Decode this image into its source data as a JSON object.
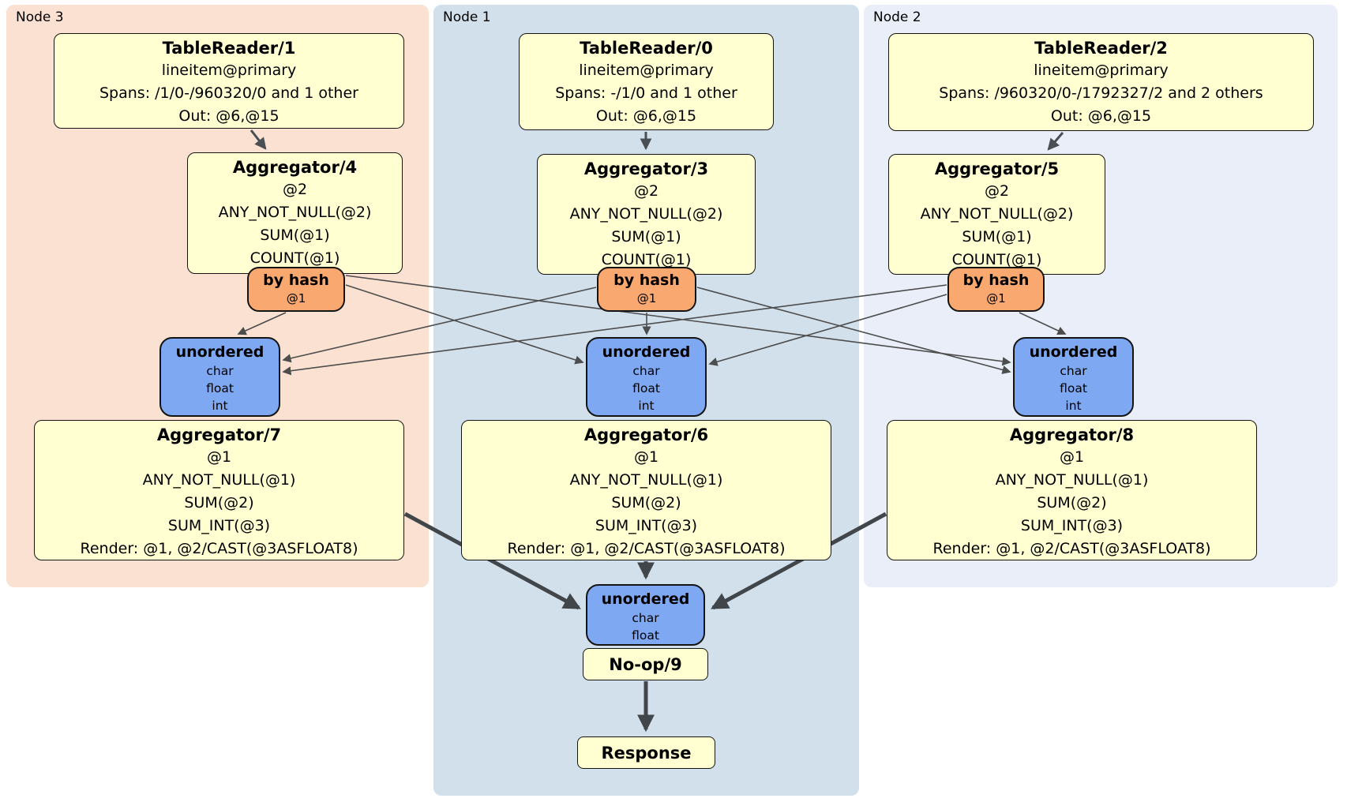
{
  "regions": {
    "node3": {
      "label": "Node 3",
      "fill": "#fbe1d1"
    },
    "node1": {
      "label": "Node 1",
      "fill": "#d2e0eb"
    },
    "node2": {
      "label": "Node 2",
      "fill": "#e9eef8"
    }
  },
  "colors": {
    "box_fill": "#ffffd2",
    "box_border": "#141414",
    "router_fill": "#f9a870",
    "sync_fill": "#7fa8f2",
    "edge_thin": "#4d4d4d",
    "edge_med": "#4a4f54",
    "edge_thick": "#41464b"
  },
  "boxes": {
    "tr1": {
      "title": "TableReader/1",
      "lines": [
        "lineitem@primary",
        "Spans: /1/0-/960320/0 and 1 other",
        "Out: @6,@15"
      ]
    },
    "tr0": {
      "title": "TableReader/0",
      "lines": [
        "lineitem@primary",
        "Spans: -/1/0 and 1 other",
        "Out: @6,@15"
      ]
    },
    "tr2": {
      "title": "TableReader/2",
      "lines": [
        "lineitem@primary",
        "Spans: /960320/0-/1792327/2 and 2 others",
        "Out: @6,@15"
      ]
    },
    "agg4": {
      "title": "Aggregator/4",
      "lines": [
        "@2",
        "ANY_NOT_NULL(@2)",
        "SUM(@1)",
        "COUNT(@1)"
      ]
    },
    "agg3": {
      "title": "Aggregator/3",
      "lines": [
        "@2",
        "ANY_NOT_NULL(@2)",
        "SUM(@1)",
        "COUNT(@1)"
      ]
    },
    "agg5": {
      "title": "Aggregator/5",
      "lines": [
        "@2",
        "ANY_NOT_NULL(@2)",
        "SUM(@1)",
        "COUNT(@1)"
      ]
    },
    "router3": {
      "title": "by hash",
      "lines": [
        "@1"
      ]
    },
    "router1": {
      "title": "by hash",
      "lines": [
        "@1"
      ]
    },
    "router2": {
      "title": "by hash",
      "lines": [
        "@1"
      ]
    },
    "sync3": {
      "title": "unordered",
      "lines": [
        "char",
        "float",
        "int"
      ]
    },
    "sync1": {
      "title": "unordered",
      "lines": [
        "char",
        "float",
        "int"
      ]
    },
    "sync2": {
      "title": "unordered",
      "lines": [
        "char",
        "float",
        "int"
      ]
    },
    "agg7": {
      "title": "Aggregator/7",
      "lines": [
        "@1",
        "ANY_NOT_NULL(@1)",
        "SUM(@2)",
        "SUM_INT(@3)",
        "Render: @1, @2/CAST(@3ASFLOAT8)"
      ]
    },
    "agg6": {
      "title": "Aggregator/6",
      "lines": [
        "@1",
        "ANY_NOT_NULL(@1)",
        "SUM(@2)",
        "SUM_INT(@3)",
        "Render: @1, @2/CAST(@3ASFLOAT8)"
      ]
    },
    "agg8": {
      "title": "Aggregator/8",
      "lines": [
        "@1",
        "ANY_NOT_NULL(@1)",
        "SUM(@2)",
        "SUM_INT(@3)",
        "Render: @1, @2/CAST(@3ASFLOAT8)"
      ]
    },
    "syncFinal": {
      "title": "unordered",
      "lines": [
        "char",
        "float"
      ]
    },
    "noop": {
      "title": "No-op/9"
    },
    "response": {
      "title": "Response"
    }
  }
}
